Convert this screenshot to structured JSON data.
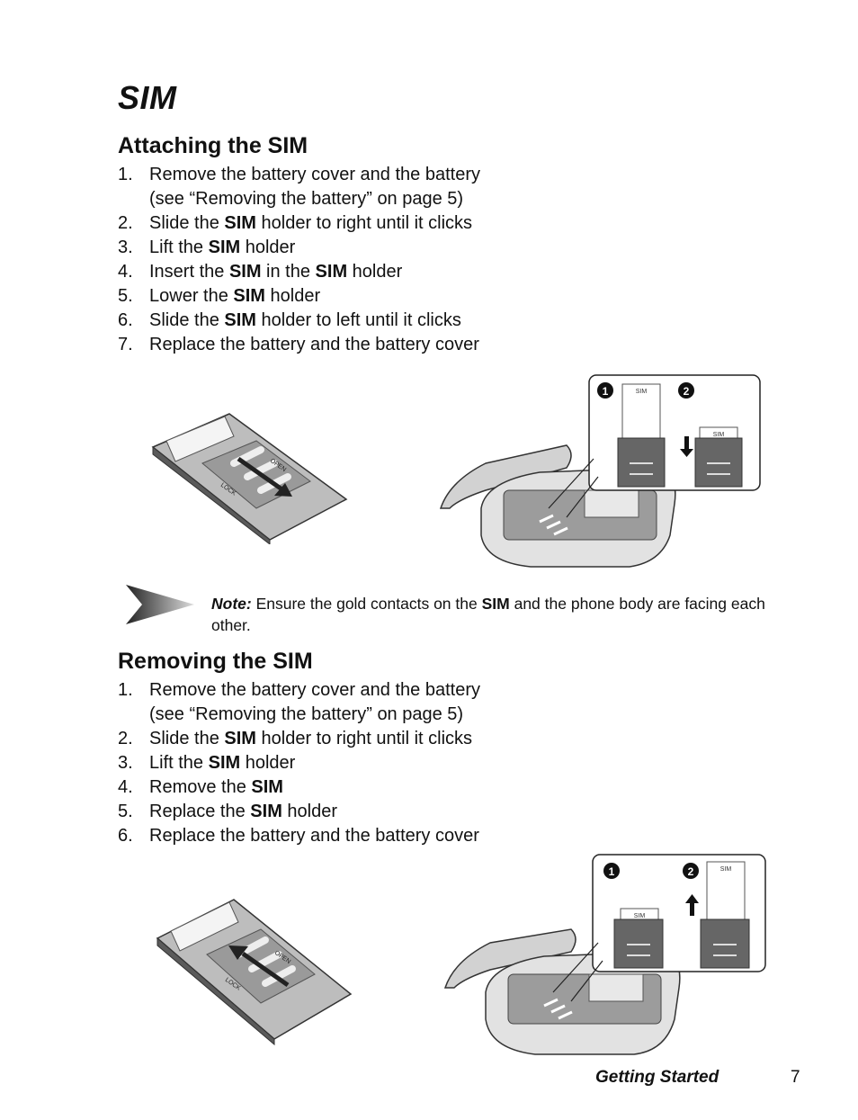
{
  "page": {
    "title": "SIM",
    "footer_section": "Getting Started",
    "page_number": "7"
  },
  "attaching": {
    "heading": "Attaching the SIM",
    "steps": [
      {
        "num": "1.",
        "a": "Remove the battery cover and the battery",
        "b": "",
        "c": ""
      },
      {
        "num": "",
        "a": "(see “Removing the battery” on page 5)",
        "b": "",
        "c": ""
      },
      {
        "num": "2.",
        "a": "Slide the ",
        "b": "SIM",
        "c": " holder to right until it clicks"
      },
      {
        "num": "3.",
        "a": "Lift the ",
        "b": "SIM",
        "c": " holder"
      },
      {
        "num": "4.",
        "a": "Insert the ",
        "b": "SIM",
        "c": " in the ",
        "d": "SIM",
        "e": " holder"
      },
      {
        "num": "5.",
        "a": "Lower the ",
        "b": "SIM",
        "c": " holder"
      },
      {
        "num": "6.",
        "a": "Slide the ",
        "b": "SIM",
        "c": " holder to left until it clicks"
      },
      {
        "num": "7.",
        "a": "Replace the battery and the battery cover",
        "b": "",
        "c": ""
      }
    ],
    "figure": {
      "holder_open_label": "OPEN",
      "holder_lock_label": "LOCK",
      "callout_step_1": "1",
      "callout_step_2": "2",
      "card_label": "SIM"
    }
  },
  "note": {
    "label": "Note:",
    "text_before": " Ensure the gold contacts on the ",
    "bold": "SIM",
    "text_after": " and the phone body are facing each other."
  },
  "removing": {
    "heading": "Removing the SIM",
    "steps": [
      {
        "num": "1.",
        "a": "Remove the battery cover and the battery",
        "b": "",
        "c": ""
      },
      {
        "num": "",
        "a": "(see “Removing the battery” on page 5)",
        "b": "",
        "c": ""
      },
      {
        "num": "2.",
        "a": "Slide the ",
        "b": "SIM",
        "c": " holder to right until it clicks"
      },
      {
        "num": "3.",
        "a": "Lift the ",
        "b": "SIM",
        "c": " holder"
      },
      {
        "num": "4.",
        "a": "Remove the ",
        "b": "SIM",
        "c": ""
      },
      {
        "num": "5.",
        "a": "Replace the ",
        "b": "SIM",
        "c": " holder"
      },
      {
        "num": "6.",
        "a": "Replace the battery and the battery cover",
        "b": "",
        "c": ""
      }
    ],
    "figure": {
      "holder_open_label": "OPEN",
      "holder_lock_label": "LOCK",
      "callout_step_1": "1",
      "callout_step_2": "2",
      "card_label": "SIM"
    }
  },
  "colors": {
    "text": "#111111",
    "holder_dark": "#5a5a5a",
    "holder_light": "#c8c8c8",
    "phone_body": "#d8d8d8",
    "callout_border": "#222222"
  }
}
